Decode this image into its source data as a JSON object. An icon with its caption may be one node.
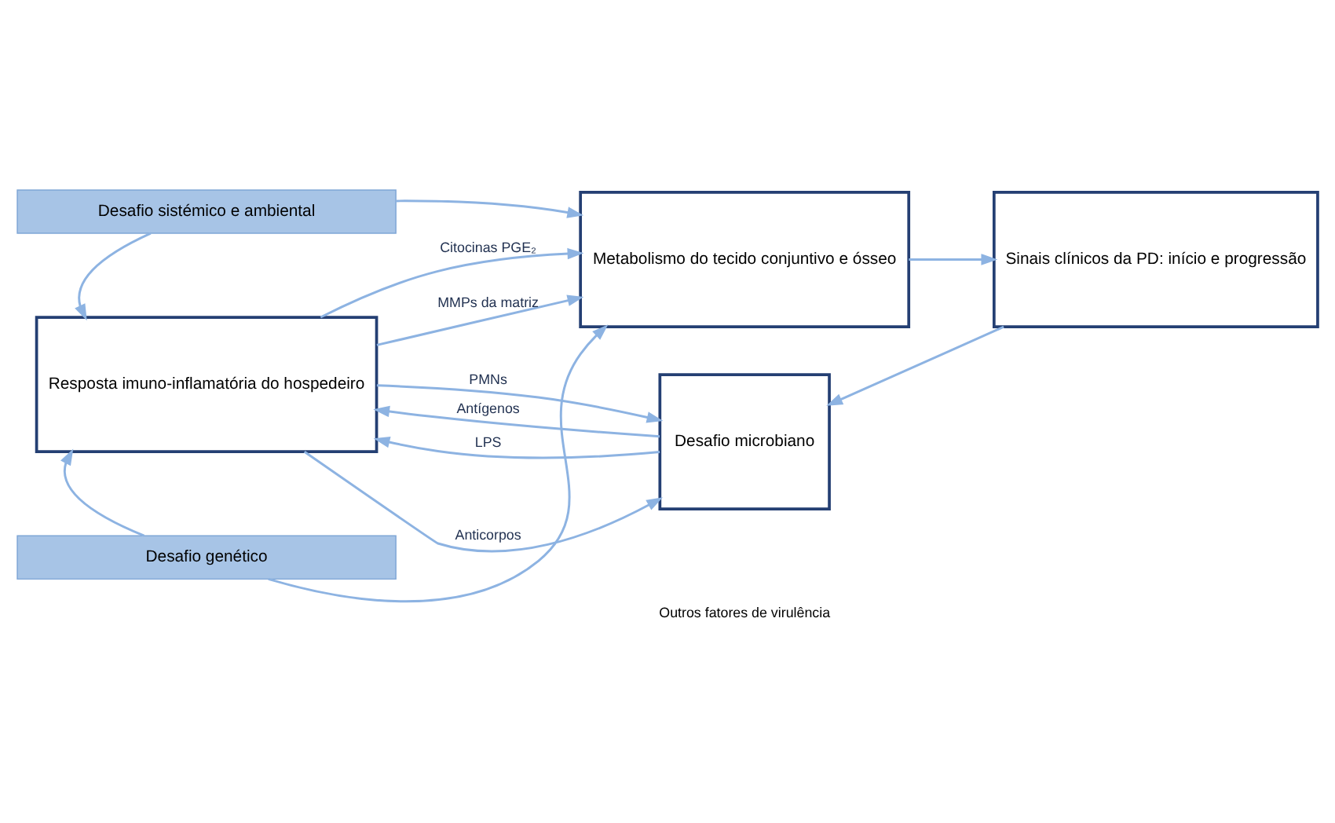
{
  "diagram": {
    "nodes": [
      {
        "text": [
          "Desafio sistémico e ambiental"
        ]
      },
      {
        "text": [
          "Desafio microbiano"
        ]
      },
      {
        "text": [
          "Resposta imuno-inflamatória do hospedeiro"
        ]
      },
      {
        "text": [
          "Metabolismo do tecido conjuntivo e ósseo"
        ]
      },
      {
        "text": [
          "Sinais clínicos da PD: início e progressão"
        ]
      },
      {
        "text": [
          "Desafio genético"
        ]
      }
    ],
    "edges": [
      {
        "from": 0,
        "to": 2,
        "arrow": "to"
      },
      {
        "from": 0,
        "to": 3,
        "arrow": "to"
      },
      {
        "from": 2,
        "to": 1,
        "arrow": "to",
        "label": "Anticorpos"
      },
      {
        "from": 2,
        "to": 1,
        "arrow": "to",
        "label": "PMNs"
      },
      {
        "from": 1,
        "to": 2,
        "arrow": "to",
        "label": "Antígenos"
      },
      {
        "from": 1,
        "to": 2,
        "arrow": "to",
        "label": "LPS"
      },
      {
        "from": 2,
        "to": 3,
        "arrow": "to",
        "label": "Citocinas PGE₂"
      },
      {
        "from": 2,
        "to": 3,
        "arrow": "to",
        "label": "MMPs da matriz"
      },
      {
        "from": 3,
        "to": 4,
        "arrow": "to"
      },
      {
        "from": 5,
        "to": 2,
        "arrow": "to"
      },
      {
        "from": 5,
        "to": 3,
        "arrow": "to"
      },
      {
        "from": 4,
        "to": 1,
        "arrow": "to"
      }
    ],
    "labels": [
      "Outros fatores de virulência"
    ]
  }
}
